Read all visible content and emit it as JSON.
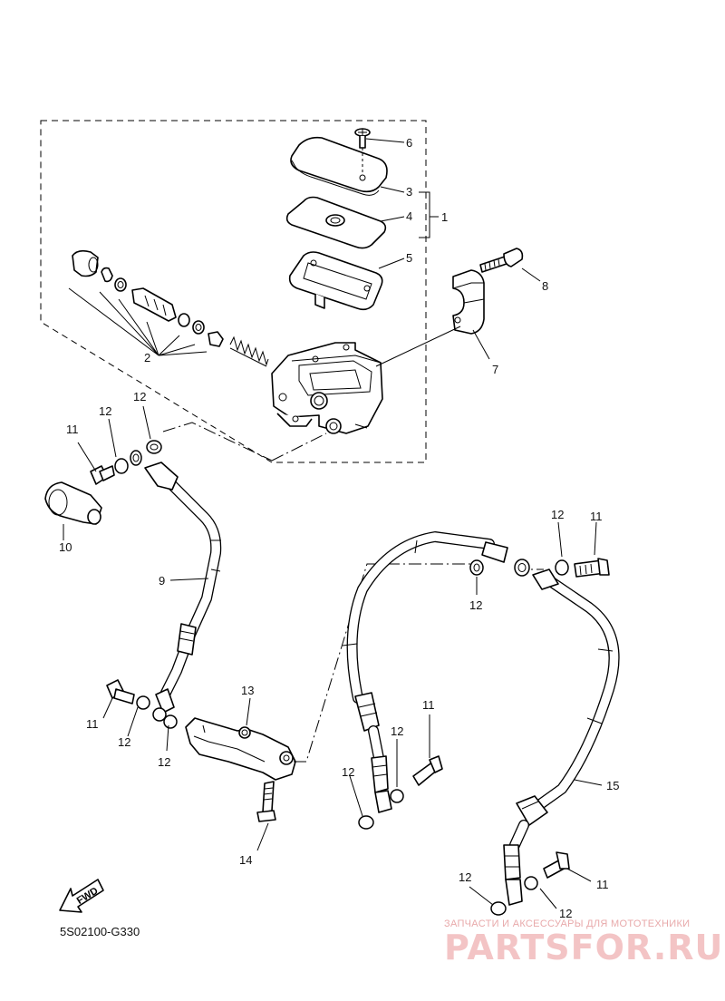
{
  "callouts": [
    "1",
    "2",
    "3",
    "4",
    "5",
    "6",
    "7",
    "8",
    "9",
    "10",
    "11",
    "12",
    "13",
    "14",
    "15"
  ],
  "diagram_code": "5S02100-G330",
  "fwd_label": "FWD",
  "watermark": {
    "top_text": "ЗАПЧАСТИ И АКСЕССУАРЫ ДЛЯ МОТОТЕХНИКИ",
    "brand": "PARTSFOR.RU"
  },
  "colors": {
    "line": "#000000",
    "watermark": "#f3c4c5"
  }
}
